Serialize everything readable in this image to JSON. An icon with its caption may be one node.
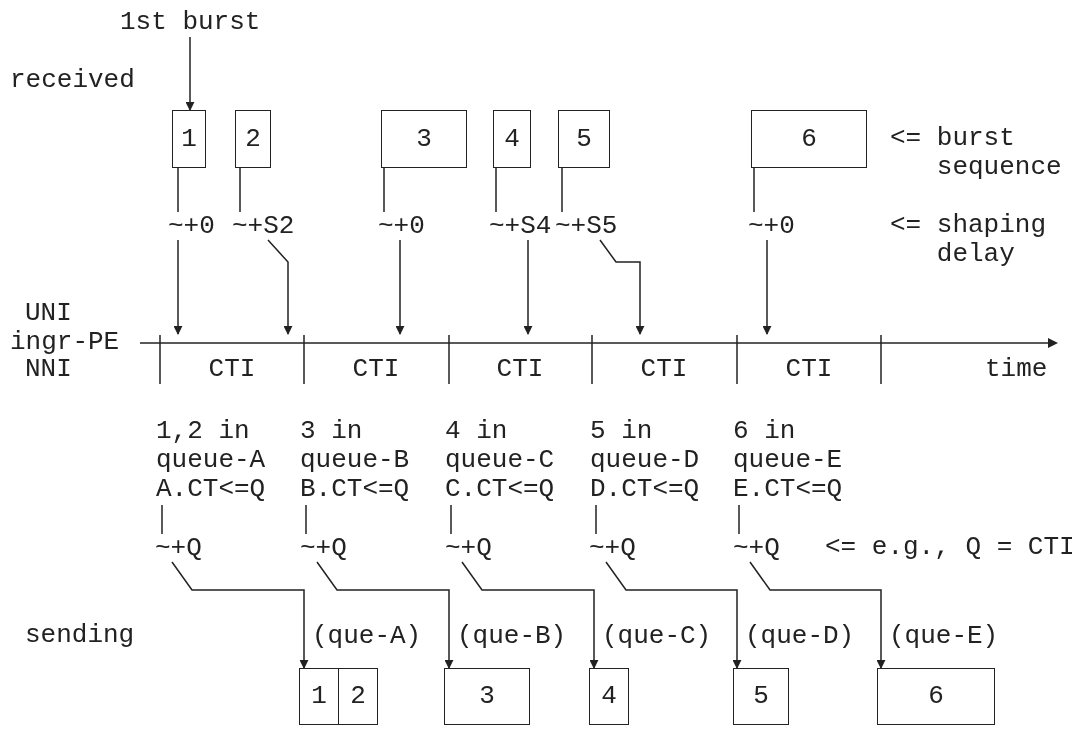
{
  "diagram": {
    "nodes": [
      {
        "text": [
          "1st burst"
        ]
      },
      {
        "text": [
          "1"
        ]
      },
      {
        "text": [
          "2"
        ]
      },
      {
        "text": [
          "3"
        ]
      },
      {
        "text": [
          "4"
        ]
      },
      {
        "text": [
          "5"
        ]
      },
      {
        "text": [
          "6"
        ]
      },
      {
        "text": [
          "~+0"
        ]
      },
      {
        "text": [
          "~+S2"
        ]
      },
      {
        "text": [
          "~+0"
        ]
      },
      {
        "text": [
          "~+S4"
        ]
      },
      {
        "text": [
          "~+S5"
        ]
      },
      {
        "text": [
          "~+0"
        ]
      },
      {
        "text": [
          "1,2 in queue-A A.CT<=Q"
        ]
      },
      {
        "text": [
          "3 in queue-B B.CT<=Q"
        ]
      },
      {
        "text": [
          "4 in queue-C C.CT<=Q"
        ]
      },
      {
        "text": [
          "5 in queue-D D.CT<=Q"
        ]
      },
      {
        "text": [
          "6 in queue-E E.CT<=Q"
        ]
      },
      {
        "text": [
          "~+Q"
        ]
      },
      {
        "text": [
          "~+Q"
        ]
      },
      {
        "text": [
          "~+Q"
        ]
      },
      {
        "text": [
          "~+Q"
        ]
      },
      {
        "text": [
          "~+Q"
        ]
      },
      {
        "text": [
          "1"
        ]
      },
      {
        "text": [
          "2"
        ]
      },
      {
        "text": [
          "3"
        ]
      },
      {
        "text": [
          "4"
        ]
      },
      {
        "text": [
          "5"
        ]
      },
      {
        "text": [
          "6"
        ]
      },
      {
        "text": [],
        "shape": "line"
      }
    ],
    "edges": [
      {
        "from": 0,
        "to": 1,
        "arrow": "to"
      },
      {
        "from": 1,
        "to": 7,
        "arrow": "none"
      },
      {
        "from": 7,
        "to": 29,
        "arrow": "to"
      },
      {
        "from": 2,
        "to": 8,
        "arrow": "none"
      },
      {
        "from": 8,
        "to": 29,
        "arrow": "to"
      },
      {
        "from": 3,
        "to": 9,
        "arrow": "none"
      },
      {
        "from": 9,
        "to": 29,
        "arrow": "to"
      },
      {
        "from": 4,
        "to": 10,
        "arrow": "none"
      },
      {
        "from": 10,
        "to": 29,
        "arrow": "to"
      },
      {
        "from": 5,
        "to": 11,
        "arrow": "none"
      },
      {
        "from": 11,
        "to": 29,
        "arrow": "to"
      },
      {
        "from": 6,
        "to": 12,
        "arrow": "none"
      },
      {
        "from": 12,
        "to": 29,
        "arrow": "to"
      },
      {
        "from": 13,
        "to": 18,
        "arrow": "none"
      },
      {
        "from": 18,
        "to": 23,
        "arrow": "to",
        "label": "(que-A)"
      },
      {
        "from": 14,
        "to": 19,
        "arrow": "none"
      },
      {
        "from": 19,
        "to": 25,
        "arrow": "to",
        "label": "(que-B)"
      },
      {
        "from": 15,
        "to": 20,
        "arrow": "none"
      },
      {
        "from": 20,
        "to": 26,
        "arrow": "to",
        "label": "(que-C)"
      },
      {
        "from": 16,
        "to": 21,
        "arrow": "none"
      },
      {
        "from": 21,
        "to": 27,
        "arrow": "to",
        "label": "(que-D)"
      },
      {
        "from": 17,
        "to": 22,
        "arrow": "none"
      },
      {
        "from": 22,
        "to": 28,
        "arrow": "to",
        "label": "(que-E)"
      }
    ],
    "labels": [
      "received",
      "<= burst sequence",
      "<= shaping delay",
      "UNI",
      "ingr-PE",
      "NNI",
      "CTI",
      "CTI",
      "CTI",
      "CTI",
      "CTI",
      "time",
      "<= e.g., Q = CTI",
      "sending"
    ]
  }
}
